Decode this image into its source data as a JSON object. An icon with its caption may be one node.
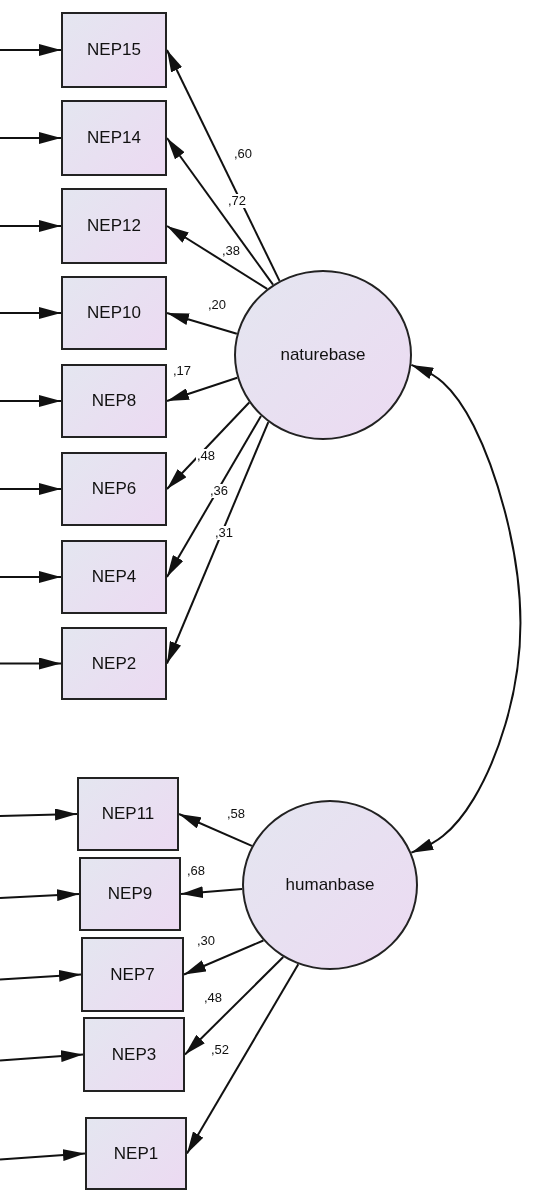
{
  "diagram": {
    "nodes": [
      {
        "text": [
          "naturebase"
        ]
      },
      {
        "text": [
          "NEP15"
        ]
      },
      {
        "text": [
          "NEP14"
        ]
      },
      {
        "text": [
          "NEP12"
        ]
      },
      {
        "text": [
          "NEP10"
        ]
      },
      {
        "text": [
          "NEP8"
        ]
      },
      {
        "text": [
          "NEP6"
        ]
      },
      {
        "text": [
          "NEP4"
        ]
      },
      {
        "text": [
          "NEP2"
        ]
      },
      {
        "text": [
          "humanbase"
        ]
      },
      {
        "text": [
          "NEP11"
        ]
      },
      {
        "text": [
          "NEP9"
        ]
      },
      {
        "text": [
          "NEP7"
        ]
      },
      {
        "text": [
          "NEP3"
        ]
      },
      {
        "text": [
          "NEP1"
        ]
      }
    ],
    "edges": [
      {
        "from": 0,
        "to": 1,
        "arrow": "to",
        "label": ",60"
      },
      {
        "from": 0,
        "to": 2,
        "arrow": "to",
        "label": ",72"
      },
      {
        "from": 0,
        "to": 3,
        "arrow": "to",
        "label": ",38"
      },
      {
        "from": 0,
        "to": 4,
        "arrow": "to",
        "label": ",20"
      },
      {
        "from": 0,
        "to": 5,
        "arrow": "to",
        "label": ",17"
      },
      {
        "from": 0,
        "to": 6,
        "arrow": "to",
        "label": ",48"
      },
      {
        "from": 0,
        "to": 7,
        "arrow": "to",
        "label": ",36"
      },
      {
        "from": 0,
        "to": 8,
        "arrow": "to",
        "label": ",31"
      },
      {
        "from": 9,
        "to": 10,
        "arrow": "to",
        "label": ",58"
      },
      {
        "from": 9,
        "to": 11,
        "arrow": "to",
        "label": ",68"
      },
      {
        "from": 9,
        "to": 12,
        "arrow": "to",
        "label": ",30"
      },
      {
        "from": 9,
        "to": 13,
        "arrow": "to",
        "label": ",48"
      },
      {
        "from": 9,
        "to": 14,
        "arrow": "to",
        "label": ",52"
      },
      {
        "from": 0,
        "to": 9,
        "arrow": "both"
      },
      {
        "from": null,
        "to": 1,
        "arrow": "to"
      },
      {
        "from": null,
        "to": 2,
        "arrow": "to"
      },
      {
        "from": null,
        "to": 3,
        "arrow": "to"
      },
      {
        "from": null,
        "to": 4,
        "arrow": "to"
      },
      {
        "from": null,
        "to": 5,
        "arrow": "to"
      },
      {
        "from": null,
        "to": 6,
        "arrow": "to"
      },
      {
        "from": null,
        "to": 7,
        "arrow": "to"
      },
      {
        "from": null,
        "to": 8,
        "arrow": "to"
      },
      {
        "from": null,
        "to": 10,
        "arrow": "to"
      },
      {
        "from": null,
        "to": 11,
        "arrow": "to"
      },
      {
        "from": null,
        "to": 12,
        "arrow": "to"
      },
      {
        "from": null,
        "to": 13,
        "arrow": "to"
      },
      {
        "from": null,
        "to": 14,
        "arrow": "to"
      }
    ]
  }
}
